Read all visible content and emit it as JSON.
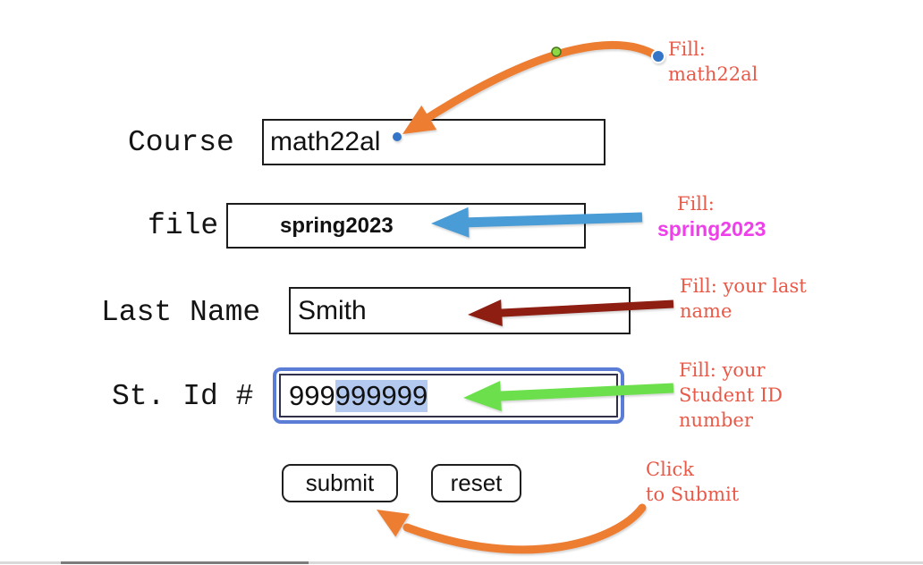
{
  "form": {
    "course": {
      "label": "Course",
      "value": "math22al"
    },
    "file": {
      "label": "file",
      "value": "spring2023"
    },
    "last_name": {
      "label": "Last Name",
      "value": "Smith"
    },
    "student_id": {
      "label": "St. Id #",
      "value": "999999999",
      "value_pre": "999",
      "value_selected": "999999"
    },
    "buttons": {
      "submit": "submit",
      "reset": "reset"
    }
  },
  "annotations": {
    "course_note": {
      "line1": "Fill:",
      "line2": "math22al"
    },
    "file_note": {
      "line1": "Fill:",
      "line2": "spring2023"
    },
    "last_name_note": "Fill: your last name",
    "student_id_note": "Fill: your Student ID number",
    "submit_note": "Click\nto Submit"
  },
  "colors": {
    "arrow_orange": "#ED7D31",
    "arrow_blue": "#4A9CD6",
    "arrow_dark_red": "#8E1D12",
    "arrow_green": "#6CE04C",
    "note_red": "#E85948",
    "note_magenta": "#EE3FEA",
    "focus_ring_blue": "#5B7DD6",
    "selection_blue": "#B4C9F0",
    "dot_blue": "#3575C8",
    "dot_green": "#8CD944"
  }
}
